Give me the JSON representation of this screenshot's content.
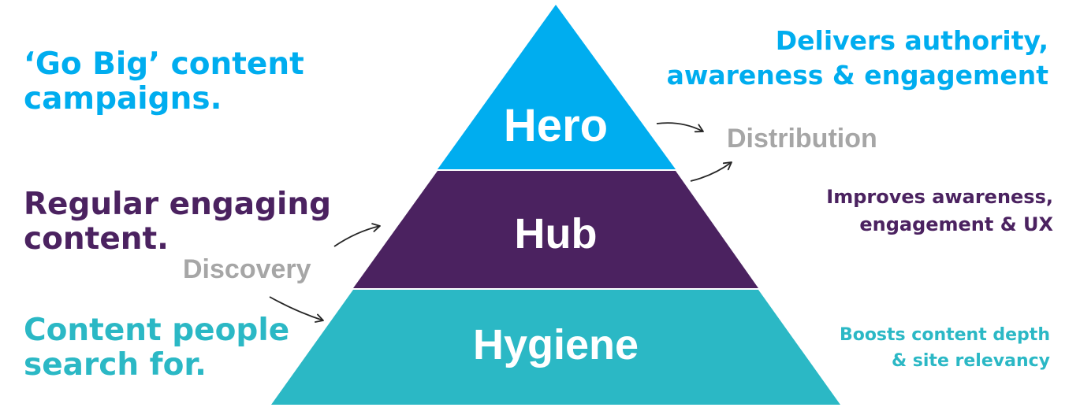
{
  "colors": {
    "hero": "#00adef",
    "hub": "#4b2260",
    "hygiene": "#2bb8c5",
    "flow_label": "#a6a6a6",
    "arrow": "#262626",
    "tier_text": "#ffffff"
  },
  "pyramid": {
    "tiers": [
      {
        "id": "hero",
        "label": "Hero"
      },
      {
        "id": "hub",
        "label": "Hub"
      },
      {
        "id": "hygiene",
        "label": "Hygiene"
      }
    ]
  },
  "left_descriptions": {
    "hero": [
      "‘Go Big’ content",
      "campaigns."
    ],
    "hub": [
      "Regular engaging",
      "content."
    ],
    "hygiene": [
      "Content people",
      "search for."
    ]
  },
  "right_benefits": {
    "hero": [
      "Delivers authority,",
      "awareness & engagement"
    ],
    "hub": [
      "Improves awareness,",
      "engagement & UX"
    ],
    "hygiene": [
      "Boosts content depth",
      "& site relevancy"
    ]
  },
  "flow_labels": {
    "distribution": "Distribution",
    "discovery": "Discovery"
  }
}
